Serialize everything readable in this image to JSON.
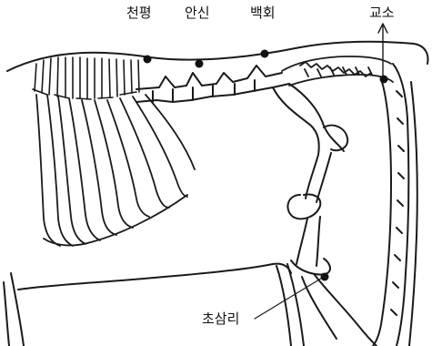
{
  "diagram": {
    "labels": {
      "cheonpyeong": "천평",
      "ansin": "안신",
      "baekhoe": "백회",
      "gyoso": "교소",
      "chosamri": "초삼리"
    },
    "colors": {
      "ink": "#111111",
      "background": "#ffffff"
    }
  }
}
